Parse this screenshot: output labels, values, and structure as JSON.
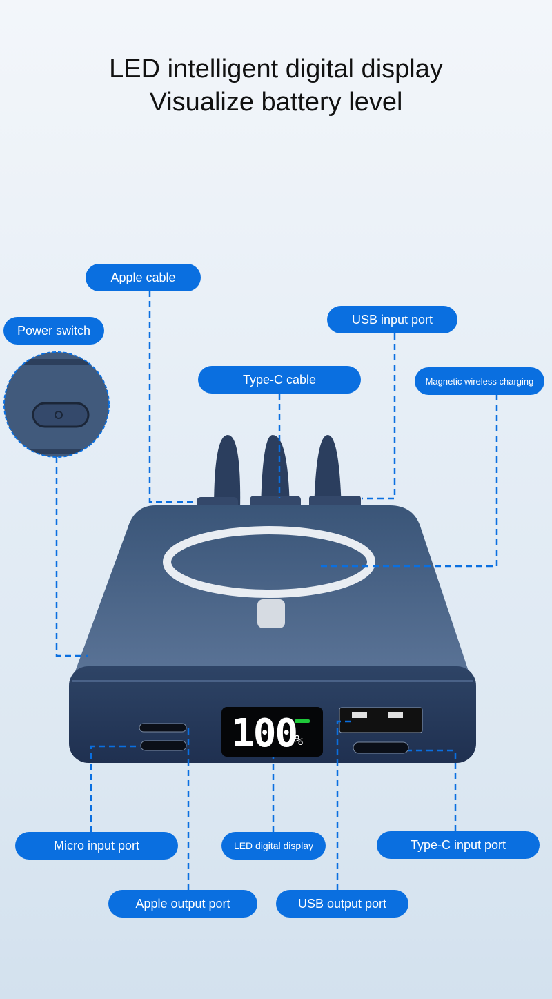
{
  "headline": {
    "line1": "LED intelligent digital display",
    "line2": "Visualize battery level"
  },
  "labels": {
    "apple_cable": "Apple cable",
    "power_switch": "Power switch",
    "usb_input_port": "USB input port",
    "type_c_cable": "Type-C cable",
    "magnetic_wireless_charging": "Magnetic wireless charging",
    "micro_input_port": "Micro input port",
    "led_digital_display": "LED digital display",
    "type_c_input_port": "Type-C input port",
    "apple_output_port": "Apple output port",
    "usb_output_port": "USB output port"
  },
  "display": {
    "value": "100",
    "unit": "%"
  },
  "colors": {
    "accent": "#0a6fe0",
    "body": "#2b3e5e"
  }
}
